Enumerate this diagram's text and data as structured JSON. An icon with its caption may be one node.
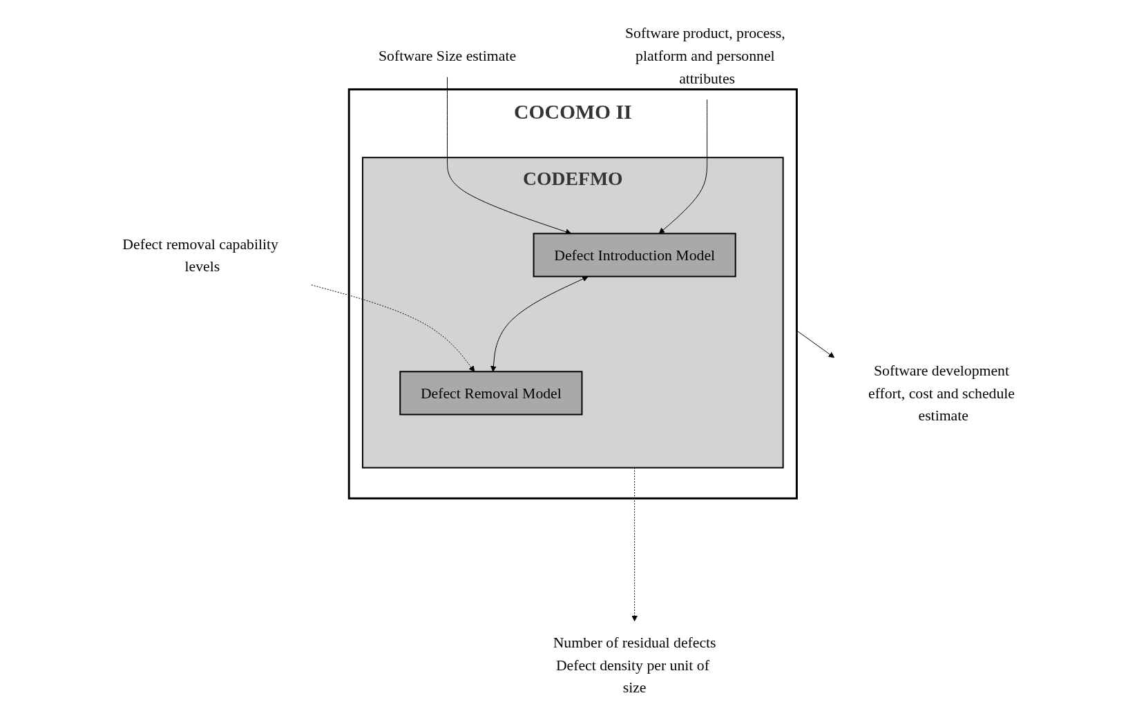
{
  "diagram": {
    "nodes": [
      {
        "text": [
          "COCOMO II"
        ]
      },
      {
        "text": [
          "CODEFMO"
        ],
        "in": 0
      },
      {
        "text": [
          "Defect Introduction Model"
        ],
        "in": 1
      },
      {
        "text": [
          "Defect Removal Model"
        ],
        "in": 1
      },
      {
        "text": [
          "Software Size estimate"
        ]
      },
      {
        "text": [
          "Software product, process, platform and personnel attributes"
        ]
      },
      {
        "text": [
          "Defect removal capability levels"
        ]
      },
      {
        "text": [
          "Software development effort, cost and schedule estimate"
        ]
      },
      {
        "text": [
          "Number of residual defects",
          "Defect density per unit of size"
        ]
      }
    ],
    "edges": [
      {
        "from": 4,
        "to": 2,
        "arrow": "to"
      },
      {
        "from": 5,
        "to": 2,
        "arrow": "to"
      },
      {
        "from": 6,
        "to": 3,
        "arrow": "to",
        "style": "dashed"
      },
      {
        "from": 2,
        "to": 3,
        "arrow": "both"
      },
      {
        "from": 0,
        "to": 7,
        "arrow": "to"
      },
      {
        "from": 1,
        "to": 8,
        "arrow": "to",
        "style": "dashed"
      }
    ]
  }
}
